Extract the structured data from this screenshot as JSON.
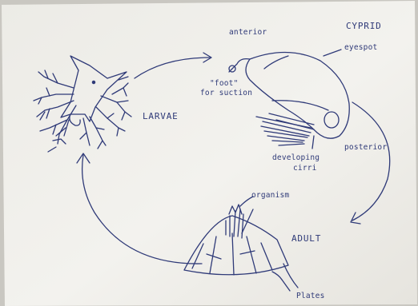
{
  "diagram": {
    "stages": {
      "larvae": "LARVAE",
      "cyprid": "CYPRID",
      "adult": "ADULT"
    },
    "labels": {
      "anterior": "anterior",
      "eyespot": "eyespot",
      "foot_line1": "\"foot\"",
      "foot_line2": "for suction",
      "posterior": "posterior",
      "developing": "developing",
      "cirri": "cirri",
      "organism": "organism",
      "plates": "Plates"
    },
    "colors": {
      "ink": "#2f3a78",
      "paper": "#f2f0ea"
    }
  }
}
